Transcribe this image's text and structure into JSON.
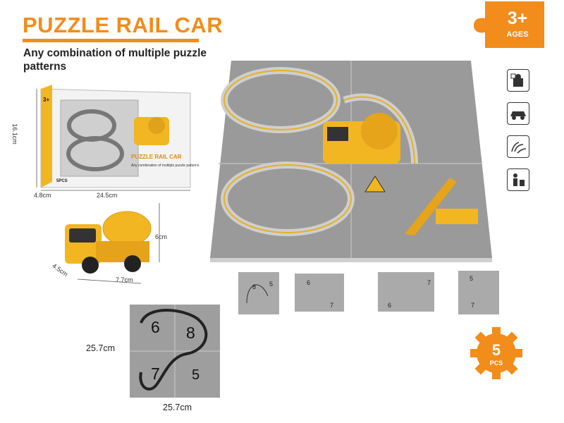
{
  "header": {
    "title": "PUZZLE RAIL CAR",
    "subtitle": "Any combination of multiple puzzle patterns"
  },
  "age_badge": {
    "value": "3+",
    "label": "AGES"
  },
  "box": {
    "width_label": "24.5cm",
    "height_label": "16.1cm",
    "depth_label": "4.8cm",
    "front_title": "PUZZLE RAIL CAR",
    "front_subtitle": "Any combination of multiple puzzle patterns",
    "front_age": "3+",
    "front_pieces": "5PCS"
  },
  "car": {
    "width_label": "7.7cm",
    "height_label": "6cm",
    "depth_label": "4.5cm"
  },
  "puzzle_size": {
    "width_label": "25.7cm",
    "height_label": "25.7cm"
  },
  "piece_numbers": [
    "6",
    "8",
    "7",
    "5"
  ],
  "pieces_badge": {
    "value": "5",
    "label": "PCS"
  },
  "icons": [
    "puzzle-icon",
    "car-icon",
    "hand-icon",
    "child-icon"
  ],
  "colors": {
    "accent": "#f28c1b",
    "track_gray": "#9a9a9a",
    "track_line": "#e8b020"
  }
}
